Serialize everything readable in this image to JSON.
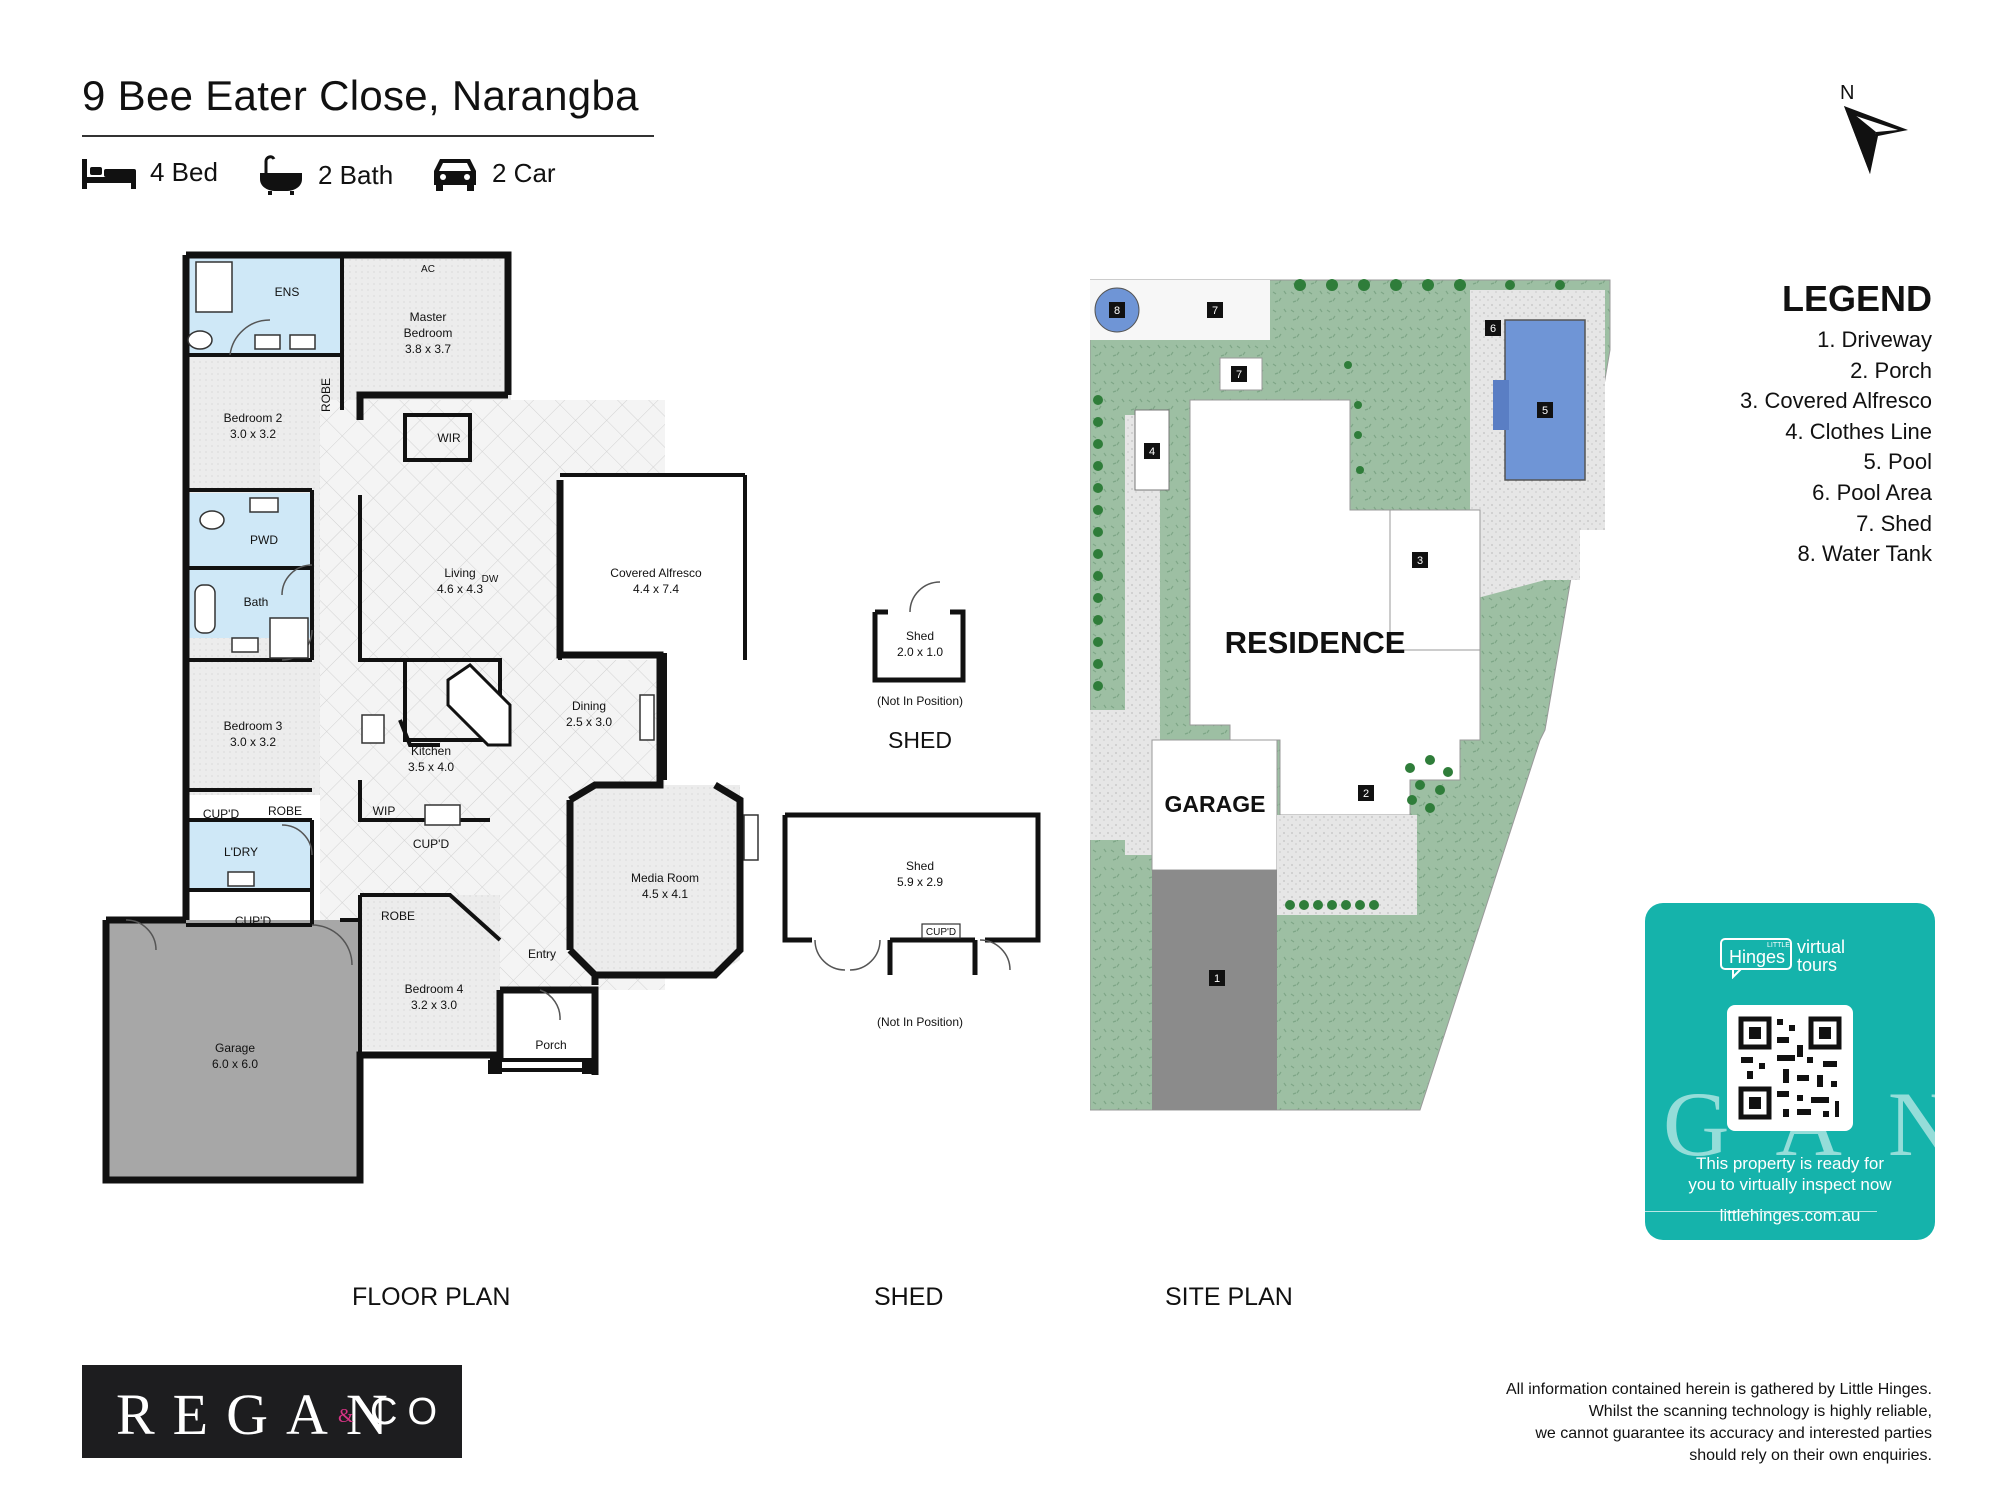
{
  "header": {
    "address": "9 Bee Eater Close, Narangba",
    "features": [
      {
        "icon": "bed-icon",
        "label": "4 Bed"
      },
      {
        "icon": "bath-icon",
        "label": "2 Bath"
      },
      {
        "icon": "car-icon",
        "label": "2 Car"
      }
    ]
  },
  "compass": {
    "label": "N"
  },
  "floor_plan": {
    "caption": "FLOOR PLAN",
    "rooms": {
      "ens": "ENS",
      "master": "Master",
      "master2": "Bedroom",
      "master_dim": "3.8 x 3.7",
      "bed2": "Bedroom 2",
      "bed2_dim": "3.0 x 3.2",
      "robe": "ROBE",
      "wir": "WIR",
      "pwd": "PWD",
      "bath": "Bath",
      "living": "Living",
      "living_dim": "4.6 x 4.3",
      "alfresco": "Covered Alfresco",
      "alfresco_dim": "4.4 x 7.4",
      "bed3": "Bedroom 3",
      "bed3_dim": "3.0 x 3.2",
      "kitchen": "Kitchen",
      "kitchen_dim": "3.5 x 4.0",
      "dining": "Dining",
      "dining_dim": "2.5 x 3.0",
      "cupd": "CUP'D",
      "robe2": "ROBE",
      "wip": "WIP",
      "kcupd": "CUP'D",
      "ldry": "L'DRY",
      "media": "Media Room",
      "media_dim": "4.5 x 4.1",
      "gcupd": "CUP'D",
      "robe3": "ROBE",
      "entry": "Entry",
      "bed4": "Bedroom 4",
      "bed4_dim": "3.2 x 3.0",
      "porch": "Porch",
      "garage": "Garage",
      "garage_dim": "6.0 x 6.0",
      "ac": "AC",
      "dw": "DW"
    }
  },
  "shed_plan": {
    "caption": "SHED",
    "small_name": "Shed",
    "small_dim": "2.0 x 1.0",
    "small_note": "(Not In Position)",
    "section_label": "SHED",
    "large_name": "Shed",
    "large_dim": "5.9 x 2.9",
    "large_cupd": "CUP'D",
    "large_note": "(Not In Position)"
  },
  "site_plan": {
    "caption": "SITE PLAN",
    "residence": "RESIDENCE",
    "garage": "GARAGE",
    "markers": [
      "1",
      "2",
      "3",
      "4",
      "5",
      "6",
      "7",
      "7",
      "8"
    ]
  },
  "legend": {
    "title": "LEGEND",
    "items": [
      "1. Driveway",
      "2. Porch",
      "3. Covered Alfresco",
      "4. Clothes Line",
      "5. Pool",
      "6. Pool Area",
      "7. Shed",
      "8. Water Tank"
    ]
  },
  "tour": {
    "brand_small": "LITTLE",
    "brand": "Hinges",
    "brand_virtual": "virtual",
    "brand_tours": "tours",
    "watermark": "GAN",
    "message_line1": "This property is ready for",
    "message_line2": "you to virtually inspect now",
    "url": "littlehinges.com.au"
  },
  "agency": {
    "name": "REGAN",
    "amp": "&",
    "co": "CO"
  },
  "disclaimer": [
    "All information contained herein is gathered by Little Hinges.",
    "Whilst the scanning technology is highly reliable,",
    "we cannot guarantee its accuracy and interested parties",
    "should rely on their own enquiries."
  ],
  "colors": {
    "wet_area": "#cfe8f7",
    "garage": "#a7a7a7",
    "lawn": "#9dbfa3",
    "paving": "#e4e4e4",
    "driveway": "#8b8b8b",
    "pool": "#6f95d6",
    "teal": "#15b3ab"
  }
}
